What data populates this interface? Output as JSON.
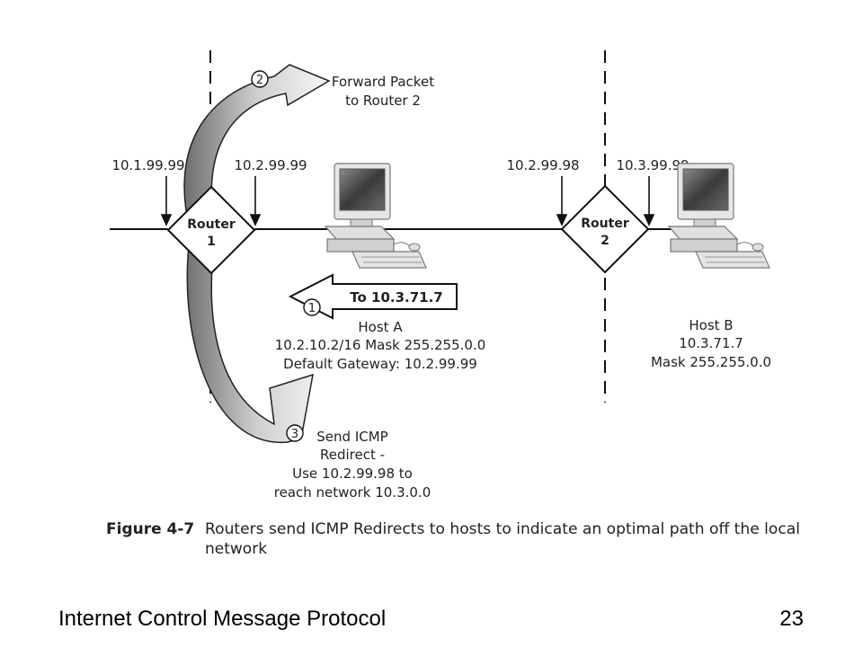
{
  "diagram": {
    "labels": {
      "r1_left_ip": "10.1.99.99",
      "r1_right_ip": "10.2.99.99",
      "r2_left_ip": "10.2.99.98",
      "r2_right_ip": "10.3.99.99"
    },
    "router1": {
      "line1": "Router",
      "line2": "1"
    },
    "router2": {
      "line1": "Router",
      "line2": "2"
    },
    "step1": {
      "number": "1",
      "label": "To 10.3.71.7"
    },
    "step2": {
      "number": "2",
      "lines": [
        "Forward Packet",
        "to Router 2"
      ]
    },
    "step3": {
      "number": "3",
      "lines": [
        "Send ICMP",
        "Redirect -",
        "Use 10.2.99.98 to",
        "reach network 10.3.0.0"
      ]
    },
    "host_a": {
      "lines": [
        "Host A",
        "10.2.10.2/16 Mask 255.255.0.0",
        "Default Gateway: 10.2.99.99"
      ]
    },
    "host_b": {
      "lines": [
        "Host B",
        "10.3.71.7",
        "Mask 255.255.0.0"
      ]
    },
    "caption": {
      "label": "Figure 4-7",
      "line1": "Routers send ICMP Redirects to hosts to indicate an optimal path off the local",
      "line2": "network"
    }
  },
  "footer": {
    "title": "Internet Control Message Protocol",
    "page": "23"
  }
}
